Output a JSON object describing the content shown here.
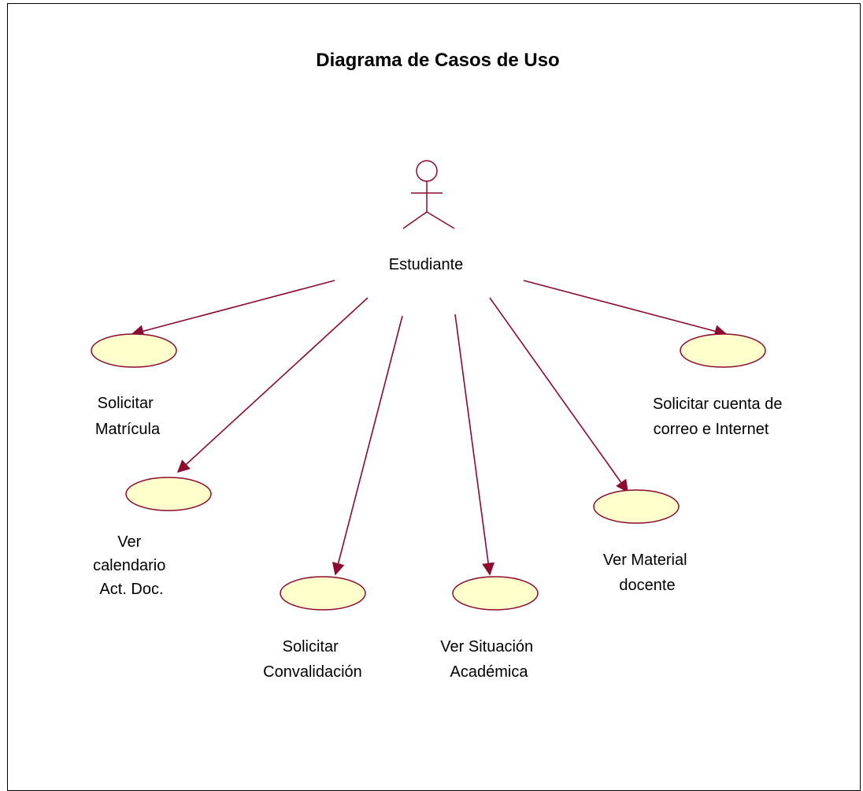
{
  "title": "Diagrama de Casos de Uso",
  "actor": {
    "name": "Estudiante"
  },
  "colors": {
    "line": "#8b0a2e",
    "usecase_fill": "#ffffcc",
    "usecase_stroke": "#8b0a2e",
    "frame": "#000000"
  },
  "use_cases": [
    {
      "lines": [
        "Solicitar",
        "Matrícula"
      ]
    },
    {
      "lines": [
        "Ver",
        "calendario",
        "Act. Doc."
      ]
    },
    {
      "lines": [
        "Solicitar",
        "Convalidación"
      ]
    },
    {
      "lines": [
        "Ver Situación",
        "Académica"
      ]
    },
    {
      "lines": [
        "Ver Material",
        "docente"
      ]
    },
    {
      "lines": [
        "Solicitar cuenta de",
        "correo e Internet"
      ]
    }
  ]
}
